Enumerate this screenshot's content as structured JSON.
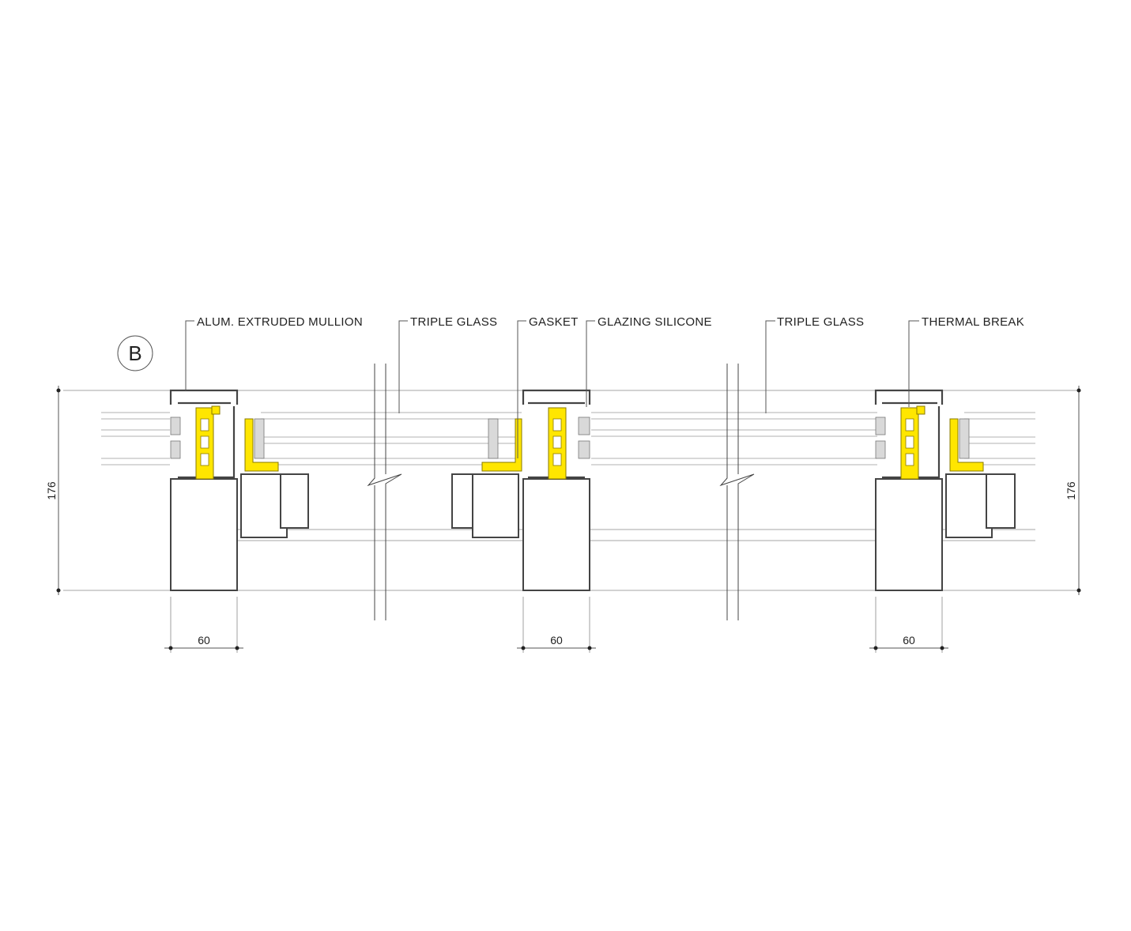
{
  "section_marker": "B",
  "callouts": {
    "mullion": "ALUM. EXTRUDED MULLION",
    "glass_1": "TRIPLE GLASS",
    "gasket": "GASKET",
    "glazing_silicone": "GLAZING SILICONE",
    "glass_2": "TRIPLE GLASS",
    "thermal_break": "THERMAL BREAK"
  },
  "dimensions": {
    "depth_left": "176",
    "depth_right": "176",
    "mullion_width_1": "60",
    "mullion_width_2": "60",
    "mullion_width_3": "60"
  },
  "colors": {
    "thermal_break": "#ffe600",
    "line": "#444444",
    "background": "#ffffff"
  }
}
